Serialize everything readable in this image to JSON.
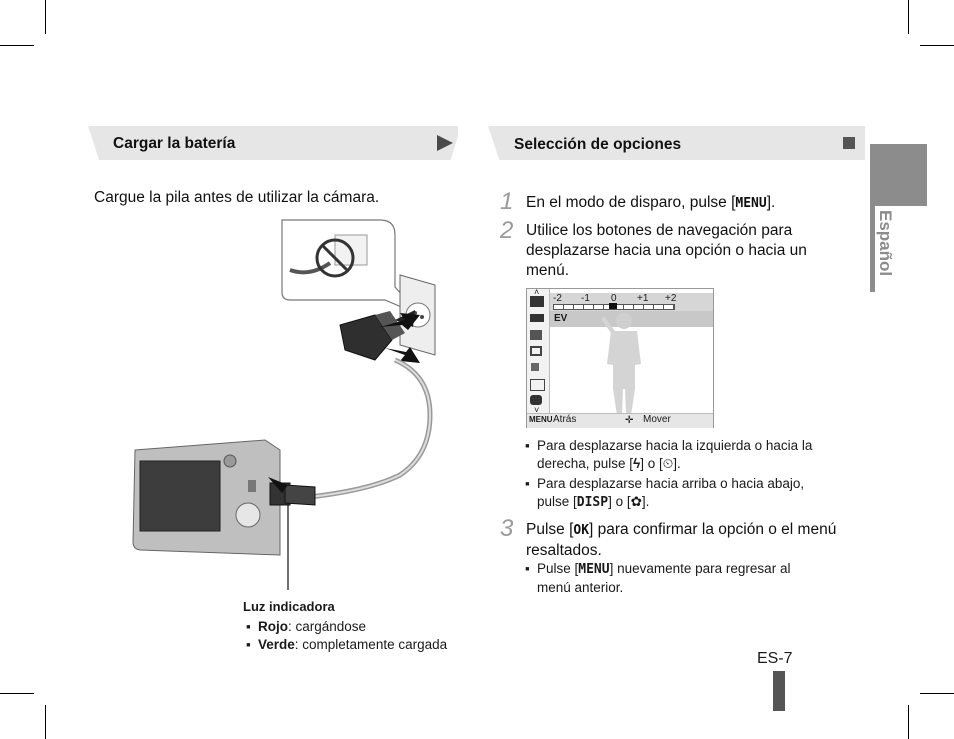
{
  "left": {
    "title": "Cargar la batería",
    "intro": "Cargue la pila antes de utilizar la cámara.",
    "indicator": {
      "heading": "Luz indicadora",
      "items": [
        {
          "label": "Rojo",
          "text": ": cargándose"
        },
        {
          "label": "Verde",
          "text": ": completamente cargada"
        }
      ]
    }
  },
  "right": {
    "title": "Selección de opciones",
    "steps": [
      {
        "num": "1",
        "before": "En el modo de disparo, pulse [",
        "button": "MENU",
        "after": "]."
      },
      {
        "num": "2",
        "line1": "Utilice los botones de navegación para",
        "line2": "desplazarse hacia una opción o hacia un",
        "line3": "menú."
      },
      {
        "num": "3",
        "before": "Pulse [",
        "button": "OK",
        "after": "] para confirmar la opción o el menú",
        "line2": "resaltados."
      }
    ],
    "bullets2": [
      {
        "line1": "Para desplazarse hacia la izquierda o hacia la",
        "line2_before": "derecha, pulse [",
        "mid": "] o [",
        "line2_after": "]."
      },
      {
        "line1": "Para desplazarse hacia arriba o hacia abajo,",
        "line2_before": "pulse [",
        "button": "DISP",
        "mid": "] o [",
        "line2_after": "]."
      }
    ],
    "bullet3": {
      "before": "Pulse [",
      "button": "MENU",
      "after": "] nuevamente para regresar al",
      "line2": "menú anterior."
    },
    "screen": {
      "scale": [
        "-2",
        "-1",
        "0",
        "+1",
        "+2"
      ],
      "ev": "EV",
      "back": "Atrás",
      "move": "Mover",
      "menu_label": "MENU"
    }
  },
  "side_tab": "Español",
  "page_num": "ES-7",
  "colors": {
    "bar": "#e6e6e6",
    "tab": "#8c8c8c",
    "step_num": "#9a9a9a"
  }
}
